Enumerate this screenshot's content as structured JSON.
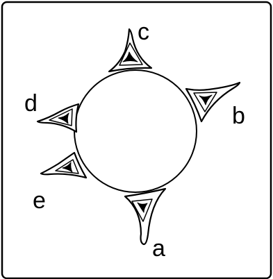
{
  "labels": {
    "a": "a",
    "b": "b",
    "c": "c",
    "d": "d",
    "e": "e"
  },
  "colors": {
    "stroke": "#000000",
    "background": "#ffffff"
  }
}
